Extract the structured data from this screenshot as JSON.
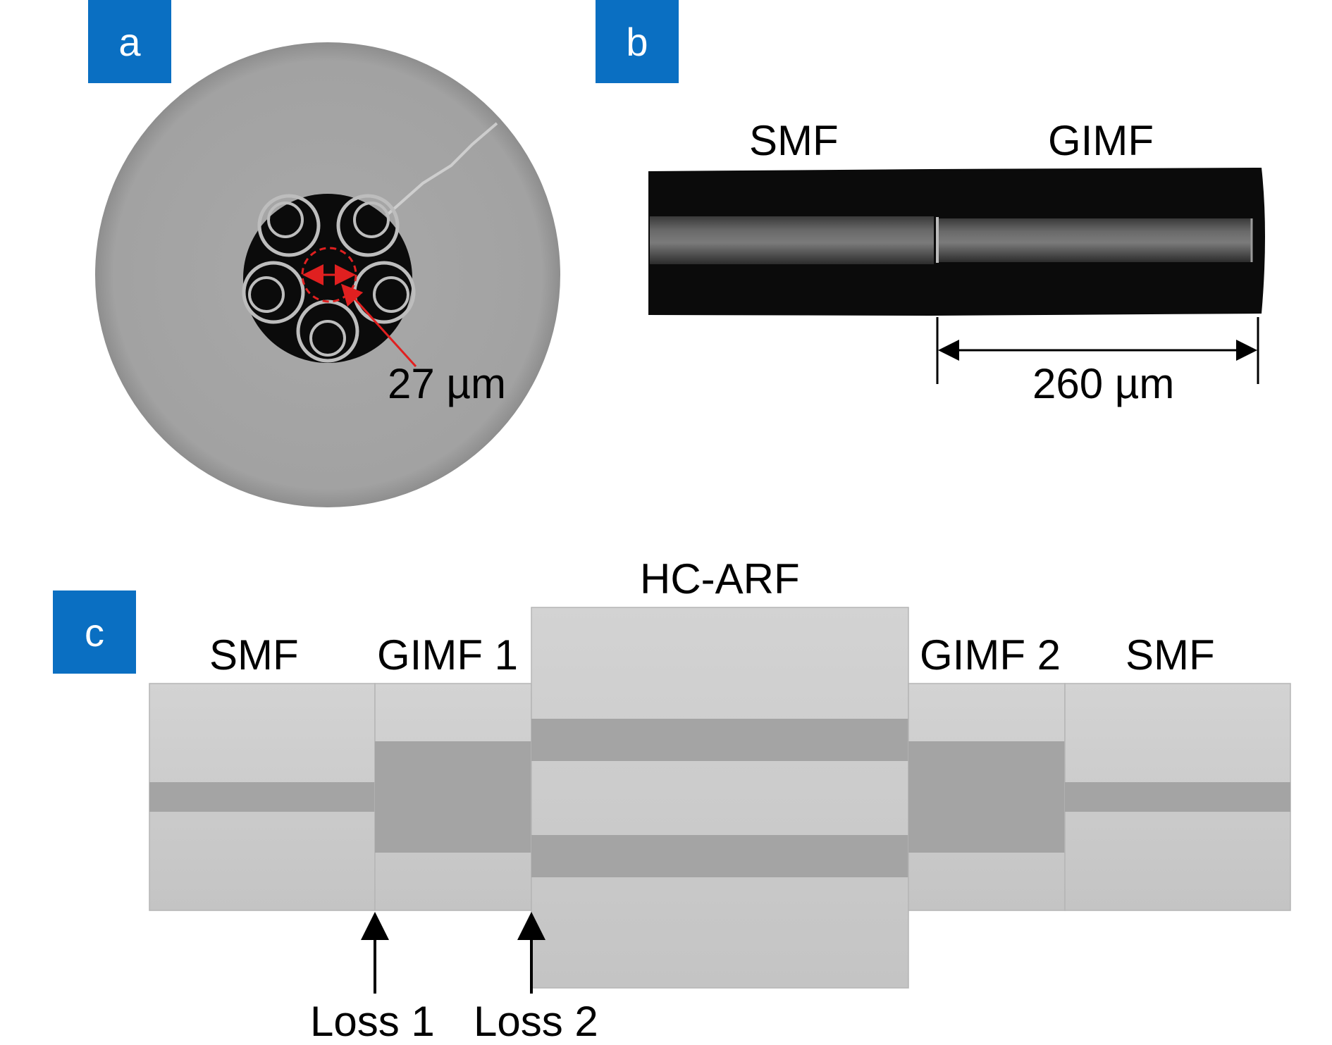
{
  "panels": {
    "a": {
      "badge": "a",
      "measure_label": "27 µm"
    },
    "b": {
      "badge": "b",
      "label_left": "SMF",
      "label_right": "GIMF",
      "measure_label": "260 µm"
    },
    "c": {
      "badge": "c",
      "segments": [
        "SMF",
        "GIMF 1",
        "HC-ARF",
        "GIMF 2",
        "SMF"
      ],
      "loss_labels": [
        "Loss 1",
        "Loss 2"
      ]
    }
  },
  "colors": {
    "badge": "#0a6fc2",
    "annotation_red": "#e02020",
    "micrograph_gray": "#a3a3a3",
    "micrograph_dark": "#0b0b0b",
    "schematic_light": "#cfcfcf",
    "schematic_core": "#a4a4a4"
  }
}
